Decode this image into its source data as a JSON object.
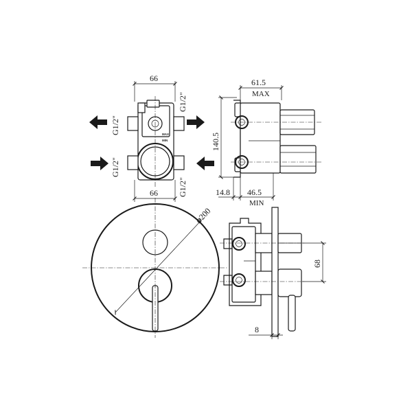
{
  "top_view": {
    "width_top": "66",
    "width_bottom": "66",
    "thread_top_left": "G1/2\"",
    "thread_top_right": "G1/2\"",
    "thread_bottom_left": "G1/2\"",
    "thread_bottom_right": "G1/2\"",
    "mark_max": "MAX",
    "mark_min": "MIN"
  },
  "side_view": {
    "depth_max_value": "61.5",
    "depth_max_label": "MAX",
    "height": "140.5",
    "offset": "14.8",
    "depth_min_value": "46.5",
    "depth_min_label": "MIN"
  },
  "front_view": {
    "diameter": "⌀200"
  },
  "installed_view": {
    "spacing": "68",
    "plate_thickness": "8"
  }
}
